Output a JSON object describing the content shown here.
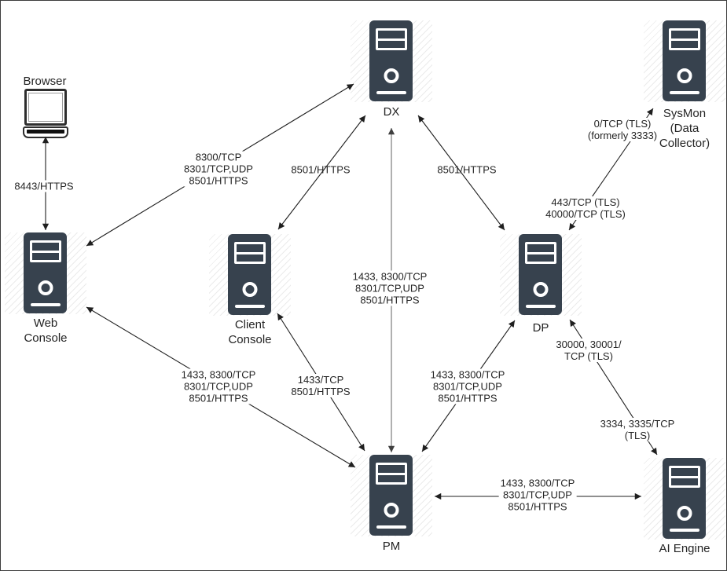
{
  "nodes": {
    "browser": {
      "label": "Browser"
    },
    "dx": {
      "label": "DX"
    },
    "sysmon": {
      "label": "SysMon\n(Data\nCollector)"
    },
    "web_console": {
      "label": "Web\nConsole"
    },
    "client_console": {
      "label": "Client\nConsole"
    },
    "dp": {
      "label": "DP"
    },
    "pm": {
      "label": "PM"
    },
    "ai_engine": {
      "label": "AI Engine"
    }
  },
  "edges": {
    "browser_web": {
      "label": "8443/HTTPS"
    },
    "web_dx": {
      "label": "8300/TCP\n8301/TCP,UDP\n8501/HTTPS"
    },
    "client_dx": {
      "label": "8501/HTTPS"
    },
    "dp_dx": {
      "label": "8501/HTTPS"
    },
    "dx_pm": {
      "label": "1433, 8300/TCP\n8301/TCP,UDP\n8501/HTTPS"
    },
    "web_pm": {
      "label": "1433, 8300/TCP\n8301/TCP,UDP\n8501/HTTPS"
    },
    "client_pm": {
      "label": "1433/TCP\n8501/HTTPS"
    },
    "dp_pm": {
      "label": "1433, 8300/TCP\n8301/TCP,UDP\n8501/HTTPS"
    },
    "dp_sysmon_upper": {
      "label": "0/TCP (TLS)\n(formerly 3333)"
    },
    "dp_sysmon_lower": {
      "label": "443/TCP (TLS)\n40000/TCP (TLS)"
    },
    "dp_ai_upper": {
      "label": "30000, 30001/\nTCP (TLS)"
    },
    "dp_ai_lower": {
      "label": "3334, 3335/TCP\n(TLS)"
    },
    "pm_ai": {
      "label": "1433, 8300/TCP\n8301/TCP,UDP\n8501/HTTPS"
    }
  },
  "colors": {
    "server_fill": "#37424E",
    "line_color": "#1f1f1f",
    "gray_line_color": "#6e6e6e",
    "text_color": "#242424",
    "hatch_color": "#ebebeb",
    "canvas_bg": "#ffffff"
  }
}
